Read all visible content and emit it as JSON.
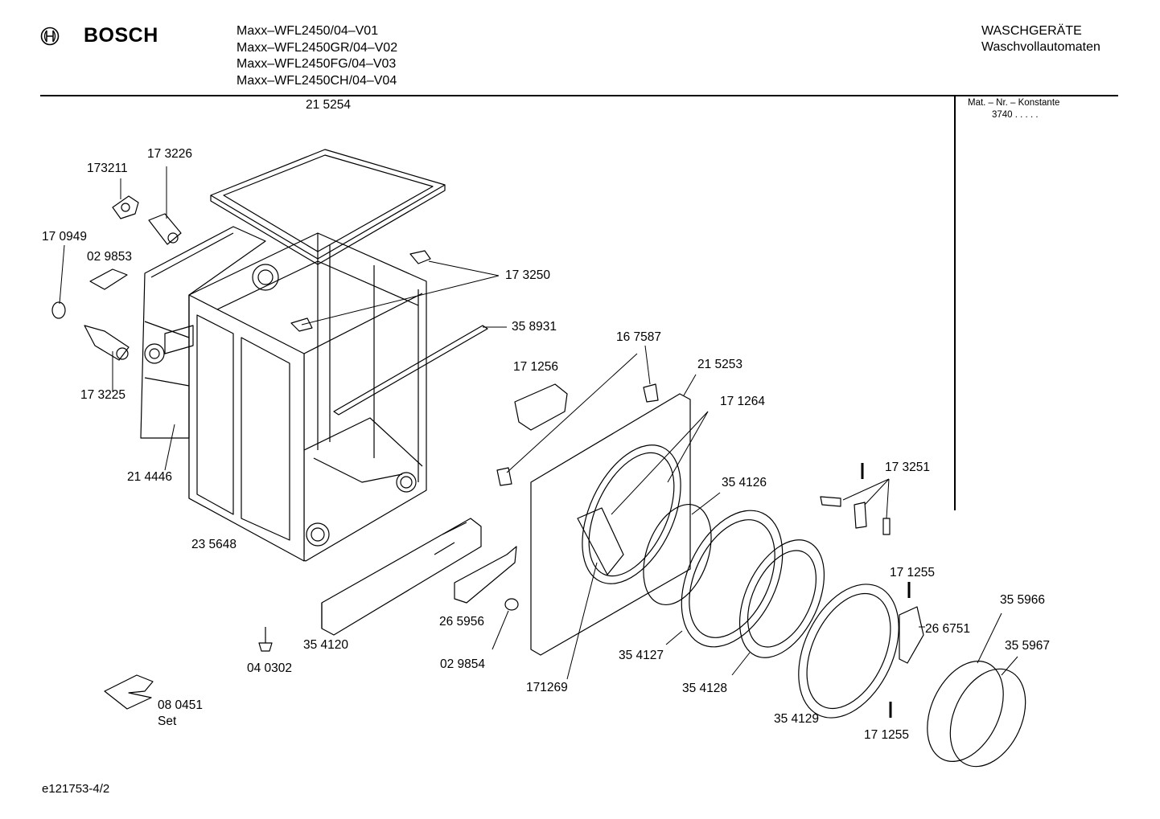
{
  "header": {
    "brand": "BOSCH",
    "models": [
      "Maxx–WFL2450/04–V01",
      "Maxx–WFL2450GR/04–V02",
      "Maxx–WFL2450FG/04–V03",
      "Maxx–WFL2450CH/04–V04"
    ],
    "category_line1": "WASCHGERÄTE",
    "category_line2": "Waschvollautomaten",
    "mat_label": "Mat. – Nr. – Konstante",
    "mat_value": "3740  .  .  .  .  ."
  },
  "parts": [
    {
      "id": "p215254",
      "label": "21 5254"
    },
    {
      "id": "p173226",
      "label": "17 3226"
    },
    {
      "id": "p173211",
      "label": "173211"
    },
    {
      "id": "p170949",
      "label": "17 0949"
    },
    {
      "id": "p029853",
      "label": "02 9853"
    },
    {
      "id": "p173250",
      "label": "17 3250"
    },
    {
      "id": "p358931",
      "label": "35 8931"
    },
    {
      "id": "p167587",
      "label": "16 7587"
    },
    {
      "id": "p171256",
      "label": "17 1256"
    },
    {
      "id": "p215253",
      "label": "21 5253"
    },
    {
      "id": "p171264",
      "label": "17 1264"
    },
    {
      "id": "p173225",
      "label": "17 3225"
    },
    {
      "id": "p214446",
      "label": "21 4446"
    },
    {
      "id": "p354126",
      "label": "35 4126"
    },
    {
      "id": "p173251",
      "label": "17 3251"
    },
    {
      "id": "p235648",
      "label": "23 5648"
    },
    {
      "id": "p171255a",
      "label": "17 1255"
    },
    {
      "id": "p355966",
      "label": "35 5966"
    },
    {
      "id": "p265956",
      "label": "26 5956"
    },
    {
      "id": "p266751",
      "label": "26 6751"
    },
    {
      "id": "p355967",
      "label": "35 5967"
    },
    {
      "id": "p354120",
      "label": "35 4120"
    },
    {
      "id": "p354127",
      "label": "35 4127"
    },
    {
      "id": "p029854",
      "label": "02 9854"
    },
    {
      "id": "p040302",
      "label": "04 0302"
    },
    {
      "id": "p171269",
      "label": "171269"
    },
    {
      "id": "p354128",
      "label": "35 4128"
    },
    {
      "id": "p080451",
      "label": "08 0451"
    },
    {
      "id": "pset",
      "label": "Set"
    },
    {
      "id": "p354129",
      "label": "35 4129"
    },
    {
      "id": "p171255b",
      "label": "17 1255"
    }
  ],
  "footer": "e121753-4/2"
}
